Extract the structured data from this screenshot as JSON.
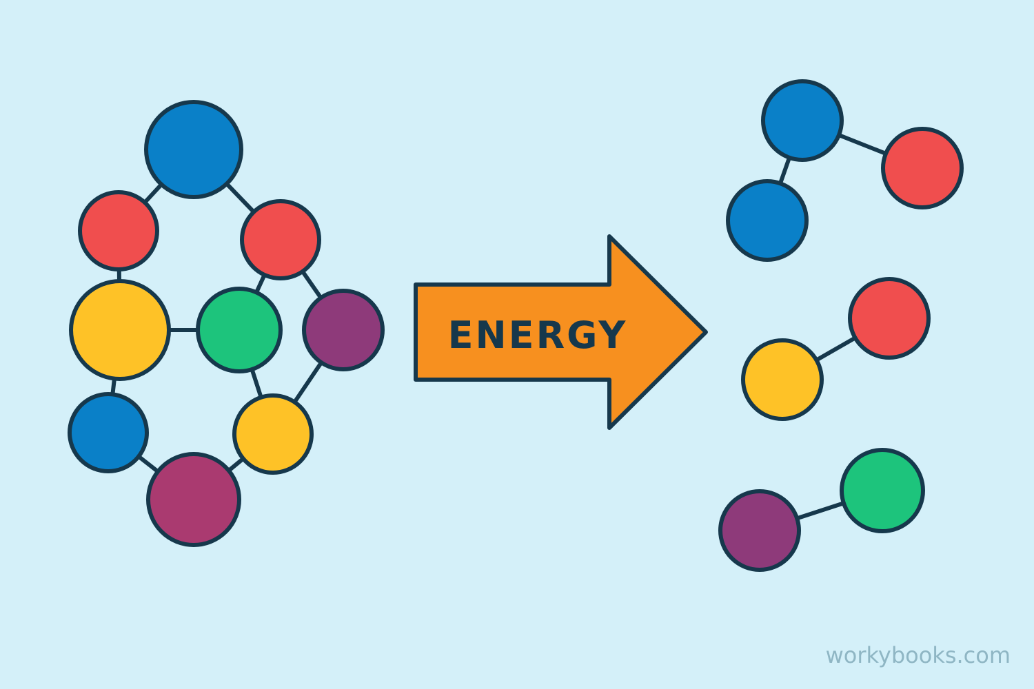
{
  "colors": {
    "background": "#d4f0f9",
    "outline": "#16384c",
    "blue": "#0a80c8",
    "red": "#f04e4e",
    "yellow": "#fec227",
    "green": "#1dc47c",
    "purple": "#8e3a7a",
    "magenta": "#aa3a70",
    "arrow": "#f7901f",
    "watermark": "#8fb6c4"
  },
  "arrow": {
    "label": "ENERGY",
    "icon": "arrow-right-icon"
  },
  "reactant_molecule": {
    "atoms": [
      {
        "id": "a1",
        "color": "blue"
      },
      {
        "id": "a2",
        "color": "red"
      },
      {
        "id": "a3",
        "color": "red"
      },
      {
        "id": "a4",
        "color": "yellow"
      },
      {
        "id": "a5",
        "color": "green"
      },
      {
        "id": "a6",
        "color": "purple"
      },
      {
        "id": "a7",
        "color": "blue"
      },
      {
        "id": "a8",
        "color": "yellow"
      },
      {
        "id": "a9",
        "color": "magenta"
      }
    ],
    "bonds": [
      [
        "a1",
        "a2"
      ],
      [
        "a1",
        "a3"
      ],
      [
        "a2",
        "a4"
      ],
      [
        "a3",
        "a5"
      ],
      [
        "a3",
        "a6"
      ],
      [
        "a4",
        "a5"
      ],
      [
        "a4",
        "a7"
      ],
      [
        "a5",
        "a8"
      ],
      [
        "a6",
        "a8"
      ],
      [
        "a7",
        "a9"
      ],
      [
        "a8",
        "a9"
      ]
    ]
  },
  "product_molecules": [
    {
      "atoms": [
        {
          "id": "p1",
          "color": "blue"
        },
        {
          "id": "p2",
          "color": "red"
        },
        {
          "id": "p3",
          "color": "blue"
        }
      ],
      "bonds": [
        [
          "p1",
          "p2"
        ],
        [
          "p1",
          "p3"
        ]
      ]
    },
    {
      "atoms": [
        {
          "id": "p4",
          "color": "red"
        },
        {
          "id": "p5",
          "color": "yellow"
        }
      ],
      "bonds": [
        [
          "p4",
          "p5"
        ]
      ]
    },
    {
      "atoms": [
        {
          "id": "p6",
          "color": "green"
        },
        {
          "id": "p7",
          "color": "purple"
        }
      ],
      "bonds": [
        [
          "p6",
          "p7"
        ]
      ]
    }
  ],
  "watermark": "workybooks.com"
}
